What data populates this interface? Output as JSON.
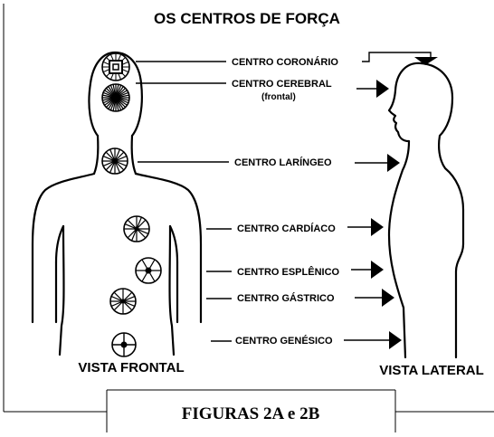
{
  "title": "OS CENTROS DE FORÇA",
  "labels": {
    "front_view": "VISTA FRONTAL",
    "side_view": "VISTA LATERAL"
  },
  "caption": "FIGURAS 2A e 2B",
  "centers": [
    {
      "name": "CENTRO CORONÁRIO",
      "note": ""
    },
    {
      "name": "CENTRO CEREBRAL",
      "note": "(frontal)"
    },
    {
      "name": "CENTRO LARÍNGEO",
      "note": ""
    },
    {
      "name": "CENTRO CARDÍACO",
      "note": ""
    },
    {
      "name": "CENTRO ESPLÊNICO",
      "note": ""
    },
    {
      "name": "CENTRO GÁSTRICO",
      "note": ""
    },
    {
      "name": "CENTRO GENÉSICO",
      "note": ""
    }
  ]
}
